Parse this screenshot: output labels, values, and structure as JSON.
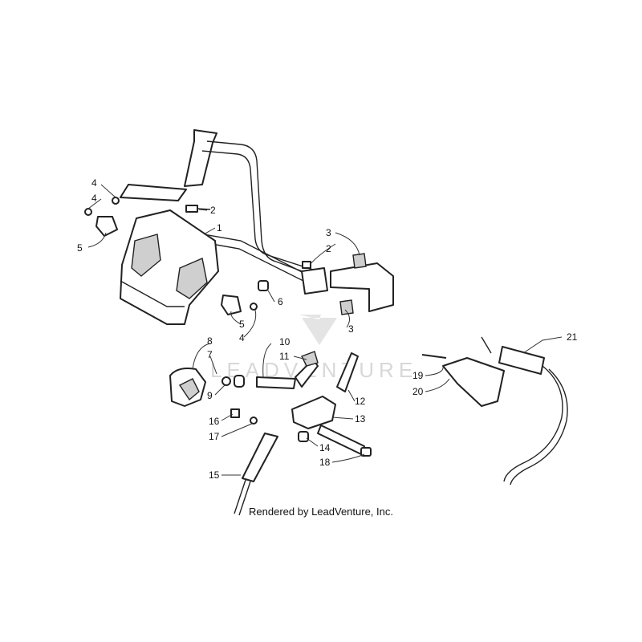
{
  "watermark": {
    "text": "LEADVENTURE"
  },
  "credit": "Rendered by LeadVenture, Inc.",
  "callouts": {
    "c1": "1",
    "c2a": "2",
    "c2b": "2",
    "c3a": "3",
    "c3b": "3",
    "c4a": "4",
    "c4b": "4",
    "c4c": "4",
    "c5a": "5",
    "c5b": "5",
    "c6": "6",
    "c7": "7",
    "c8": "8",
    "c9": "9",
    "c10": "10",
    "c11": "11",
    "c12": "12",
    "c13": "13",
    "c14": "14",
    "c15": "15",
    "c16": "16",
    "c17": "17",
    "c18": "18",
    "c19": "19",
    "c20": "20",
    "c21": "21"
  }
}
